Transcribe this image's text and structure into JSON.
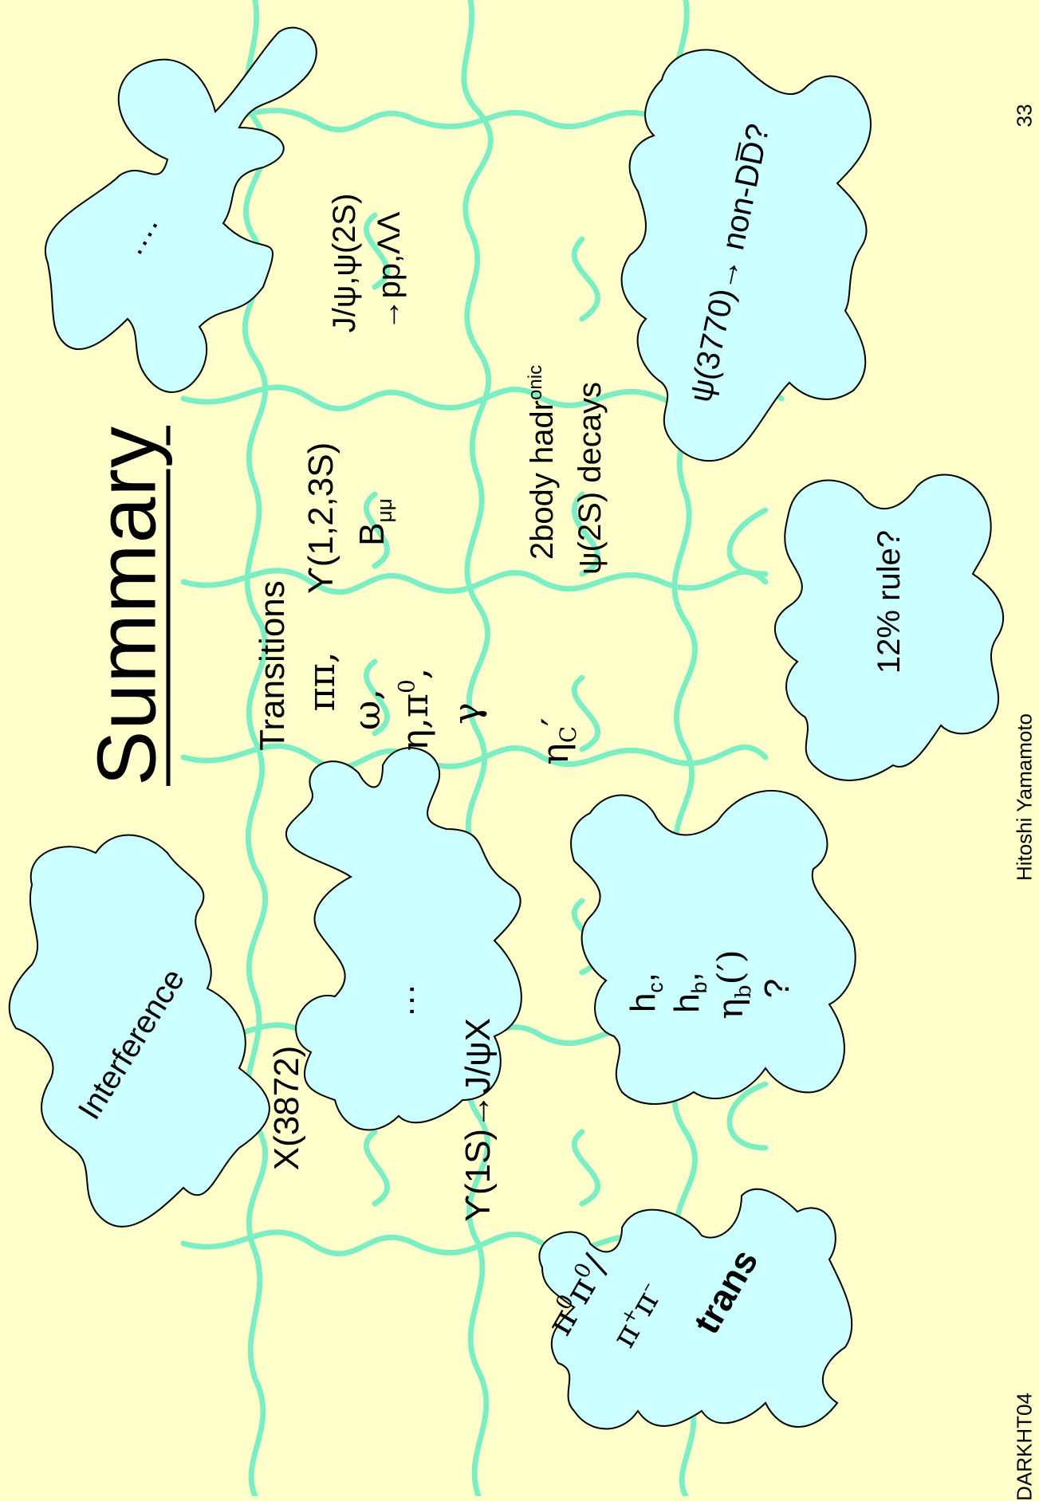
{
  "title": "Summary",
  "colors": {
    "background": "#ffffcc",
    "puzzle_outline": "#7deec4",
    "piece_fill": "#ccffff",
    "piece_stroke": "#000000"
  },
  "center_pieces": {
    "transitions_heading": "Transitions",
    "transitions_line1": "ππ,",
    "transitions_line2": "ω,",
    "transitions_line3": "η,π",
    "transitions_line3_sup": "0",
    "transitions_line3_suffix": ",",
    "transitions_line4": "γ",
    "upsilon_states": "ϒ(1,2,3S)",
    "b_mumu": "B",
    "b_mumu_sub": "μμ",
    "eta_c_prime": "η",
    "eta_c_prime_sub": "C",
    "eta_c_prime_mark": "′",
    "jpsi_line1": "J/ψ,ψ(2S)",
    "jpsi_line2": "→pp,ΛΛ",
    "twobody_line1": "2body hadr",
    "twobody_line1_sup": "onic",
    "twobody_line2": "ψ(2S) decays",
    "x3872": "X(3872)",
    "upsilon_to_jpsi": "ϒ(1S)→J/ψX"
  },
  "loose_pieces": {
    "interference": "Interference",
    "dots_bottom": "…",
    "dots_top": "….",
    "pi0pi0": "π",
    "pi0pi0_sup": "0",
    "pipi": "π",
    "pipi_sup": "+",
    "pipi_tail": "π",
    "pipi_tail_sup": "–",
    "trans": "trans",
    "hc": "h",
    "hc_sub": "c",
    "hb": "h",
    "hb_sub": "b",
    "etab": "η",
    "etab_sub": "b",
    "etab_suffix": "(′)",
    "question": "?",
    "twelve_percent": "12% rule?",
    "psi3770": "ψ(3770)→ non-DD̅?"
  },
  "footer": {
    "left": "DARKHT04",
    "center": "Hitoshi Yamamoto",
    "right": "33"
  }
}
